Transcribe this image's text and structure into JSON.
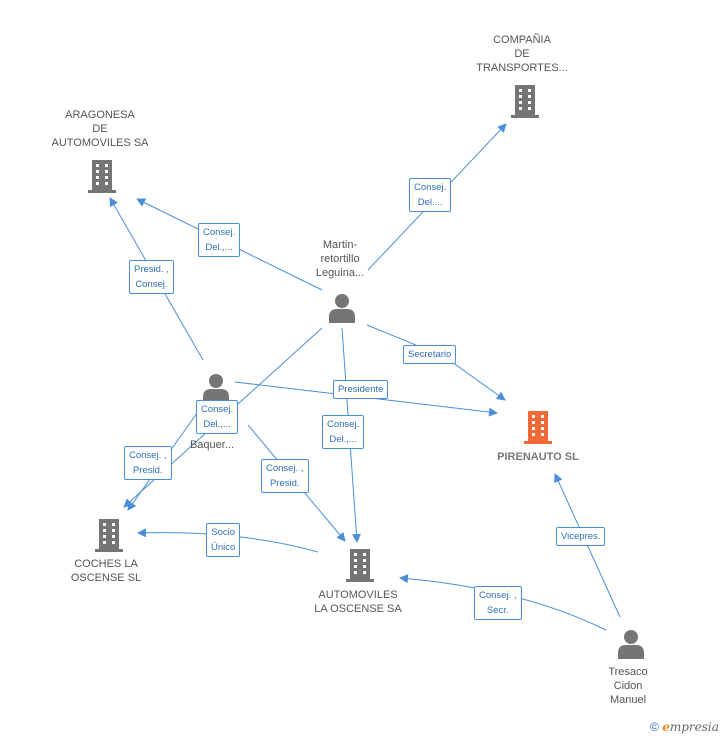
{
  "colors": {
    "edge": "#4a8fd8",
    "company": "#757575",
    "main_company": "#f06a35",
    "person": "#757575"
  },
  "nodes": {
    "aragonesa": [
      "ARAGONESA",
      "DE",
      "AUTOMOVILES SA"
    ],
    "compania": [
      "COMPAÑIA",
      "DE",
      "TRANSPORTES..."
    ],
    "martin": [
      "Martin-",
      "retortillo",
      "Leguina..."
    ],
    "baquer": [
      "Baquer..."
    ],
    "pirenauto": [
      "PIRENAUTO SL"
    ],
    "coches": [
      "COCHES LA",
      "OSCENSE SL"
    ],
    "automoviles": [
      "AUTOMOVILES",
      "LA OSCENSE SA"
    ],
    "tresaco": [
      "Tresaco",
      "Cidon",
      "Manuel"
    ]
  },
  "edges": {
    "martin_compania": [
      "Consej.",
      "Del...."
    ],
    "martin_aragonesa": [
      "Consej.",
      "Del.,..."
    ],
    "baquer_aragonesa": [
      "Presid. ,",
      "Consej."
    ],
    "martin_pirenauto": [
      "Secretario"
    ],
    "baquer_pirenauto": [
      "Presidente"
    ],
    "martin_coches": [
      "Consej.",
      "Del.,..."
    ],
    "martin_automoviles": [
      "Consej.",
      "Del.,..."
    ],
    "baquer_coches": [
      "Consej. ,",
      "Presid."
    ],
    "baquer_automoviles": [
      "Consej. ,",
      "Presid."
    ],
    "automoviles_coches": [
      "Socio",
      "Único"
    ],
    "tresaco_automoviles": [
      "Consej. ,",
      "Secr."
    ],
    "tresaco_pirenauto": [
      "Vicepres."
    ]
  },
  "footer": {
    "copyright": "©",
    "brand_initial": "e",
    "brand_rest": "mpresia"
  }
}
